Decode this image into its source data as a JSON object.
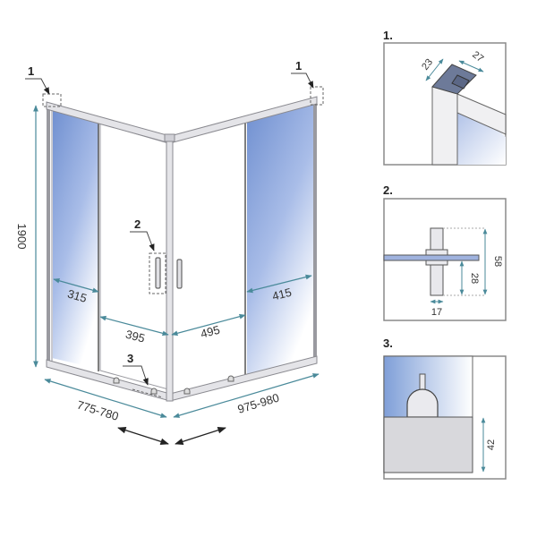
{
  "colors": {
    "frame": "#9a9aa0",
    "glass": "#7f9fd8",
    "dimension_line": "#4a8a9a",
    "dark_arrow": "#222222",
    "detail_box": "#8a8a8a",
    "profile_fill": "#6d7a99"
  },
  "main": {
    "callouts": [
      "1",
      "1",
      "2",
      "3"
    ],
    "dimensions": {
      "height": "1900",
      "left_fixed": "315",
      "left_door": "395",
      "right_door": "495",
      "right_fixed": "415",
      "left_width": "775-780",
      "right_width": "975-980"
    }
  },
  "details": [
    {
      "label": "1.",
      "dims": [
        "23",
        "27"
      ]
    },
    {
      "label": "2.",
      "dims": [
        "58",
        "28",
        "17"
      ]
    },
    {
      "label": "3.",
      "dims": [
        "42"
      ]
    }
  ]
}
